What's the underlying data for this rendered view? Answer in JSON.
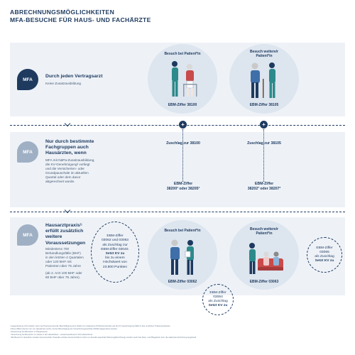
{
  "title": {
    "line1": "ABRECHNUNGSMÖGLICHKEITEN",
    "line2": "MFA-BESUCHE FÜR HAUS- UND FACHÄRZTE"
  },
  "mfa_label": "MFA",
  "row1": {
    "heading": "Durch jeden Vertragsarzt",
    "sub": "Keine Zusatzausbildung",
    "circle1_title": "Besuch bei Patient*in",
    "circle1_code": "EBM-Ziffer 38100",
    "circle2_title_line1": "Besuch weitere/r",
    "circle2_title_line2": "Patient*in",
    "circle2_code": "EBM-Ziffer 38105"
  },
  "row2": {
    "heading_line1": "Nur durch bestimmte",
    "heading_line2": "Fachgruppen auch",
    "heading_line3": "Hausärzten, wenn",
    "body": [
      "MFA mit NäPa-Zusatzausbildung,",
      "die KV-Genehmigung² vorliegt",
      "und die Versicherten- oder",
      "Grundpauschale im aktuellen",
      "Quartal oder dem davor",
      "abgerechnet wurde."
    ],
    "z1_title": "Zuschlag zur 38100",
    "z1_code_line1": "EBM-Ziffer",
    "z1_code_line2": "38200³ oder 38205³",
    "z2_title": "Zuschlag zur 38105",
    "z2_code_line1": "EBM-Ziffer",
    "z2_code_line2": "38202³ oder 38207³"
  },
  "row3": {
    "heading_line1": "Hausarztpraxis⁵",
    "heading_line2": "erfüllt zusätzlich",
    "heading_line3": "weitere",
    "heading_line4": "Voraussetzungen",
    "body": [
      "Mindestens 700",
      "Behandlungsfälle (BHF)",
      "in den letzten 4 Quartalen",
      "oder 120 BHF mit",
      "Patienten über 75 Jahre",
      "",
      "(ab 2. Arzt 100 BHF oder",
      "80 BHF über 75 Jahre)."
    ],
    "oval1": [
      "EBM-Ziffer",
      "03062 und 03063",
      "als Zuschlag zur",
      "EBM-Ziffer 03040.",
      "Setzt KV zu",
      "bis zu einem",
      "Höchstwert von",
      "23.800 Punkten"
    ],
    "circle1_title": "Besuch bei Patient*in",
    "circle1_code": "EBM-Ziffer 03062",
    "circle2_title_line1": "Besuch weitere/r",
    "circle2_title_line2": "Patient*in",
    "circle2_code": "EBM-Ziffer 03063",
    "oval2": [
      "EBM-Ziffer",
      "03064",
      "als Zuschlag",
      "Setzt KV zu"
    ],
    "oval3": [
      "EBM-Ziffer",
      "03065",
      "als Zuschlag",
      "Setzt KV zu"
    ]
  },
  "footnotes": [
    "¹ Gegenleistung nicht erlaubt, wenn bei Praxis jemand der Beschäftigung einer NäPa mit mindestens 20 Wochenstunden auf der KV-Genehmigung NäPa in dem amtlichen Praxisnachweisen.",
    "² Diese Ziffern können nur von Hausärzten (Arzte mit der Berechtigung der Versichertenpauschale 03000) abgerechnet werden.",
    "³ Abrechnung bei Besuchen in Pflegeheimen.",
    "⁴ Abrechnung bei Besuchen zu Hause in der Häuslichkeit – soweit Hausbesuch nicht abweichend.",
    "⁵ Bei Besuch in derselben sozialen Gemeinschaft. Dasselbe soziale Gemeinschaft ist nicht nur derselbe Haushalt (Wohnung/Einrichtung) sondern auch das Alten- und Pflegeheim bzw. die stationäre Einrichtung angehend."
  ],
  "colors": {
    "navy": "#1e3a5f",
    "band": "#eef2f7",
    "circle": "#dde5ef",
    "teal": "#2c8a8a",
    "red": "#c94a4a"
  }
}
